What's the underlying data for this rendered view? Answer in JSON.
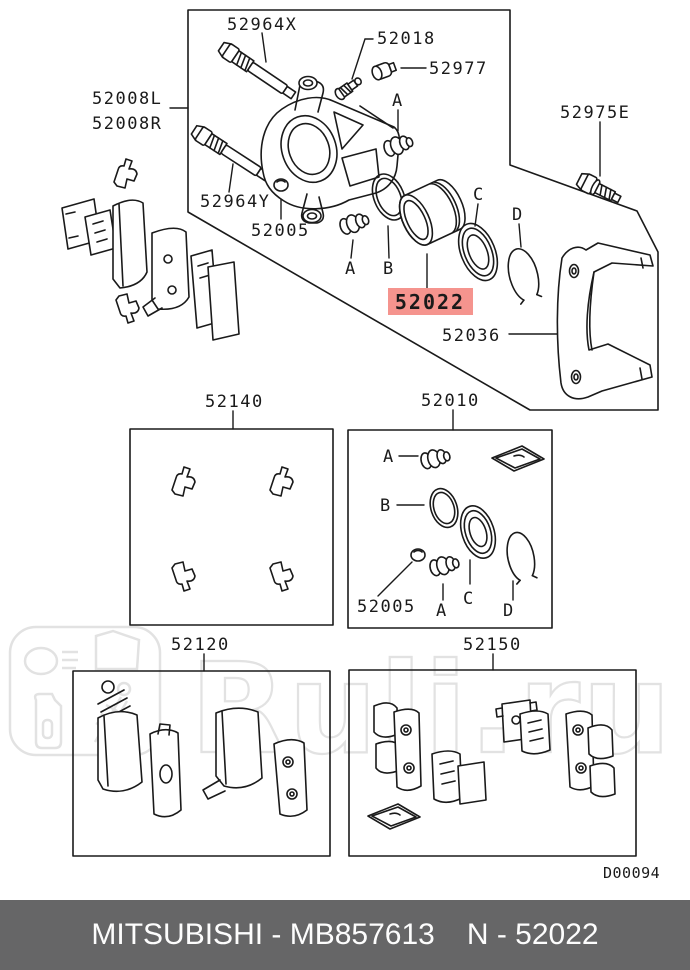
{
  "watermark": {
    "text": "Ruli.ru"
  },
  "figure": {
    "callouts": {
      "guide_pin_upper": "52964X",
      "bleeder_screw": "52018",
      "bleeder_cap": "52977",
      "caliper_left": "52008L",
      "caliper_right": "52008R",
      "guide_pin_lower": "52964Y",
      "pin_boot": "52005",
      "letter_a_upper": "A",
      "letter_a_lower": "A",
      "letter_b": "B",
      "piston_highlighted": "52022",
      "letter_c": "C",
      "letter_d": "D",
      "support_bracket": "52036",
      "bracket_bolt": "52975E"
    },
    "kit_boxes": {
      "clip_kit": "52140",
      "seal_kit": "52010",
      "pad_kit": "52120",
      "hardware_kit": "52150"
    },
    "seal_kit_callouts": {
      "letter_a_top": "A",
      "letter_b": "B",
      "cap": "52005",
      "letter_a_bottom": "A",
      "letter_c": "C",
      "letter_d": "D"
    },
    "drawing_number": "D00094"
  },
  "footer": {
    "brand_part": "MITSUBISHI - MB857613",
    "ref": "N - 52022"
  },
  "colors": {
    "highlight_bg": "#f5948e",
    "highlight_text": "#8e1b14",
    "line": "#1a1a1a",
    "footer_bg": "#666667",
    "footer_text": "#fdfdfd",
    "watermark": "#e2e2e2"
  }
}
